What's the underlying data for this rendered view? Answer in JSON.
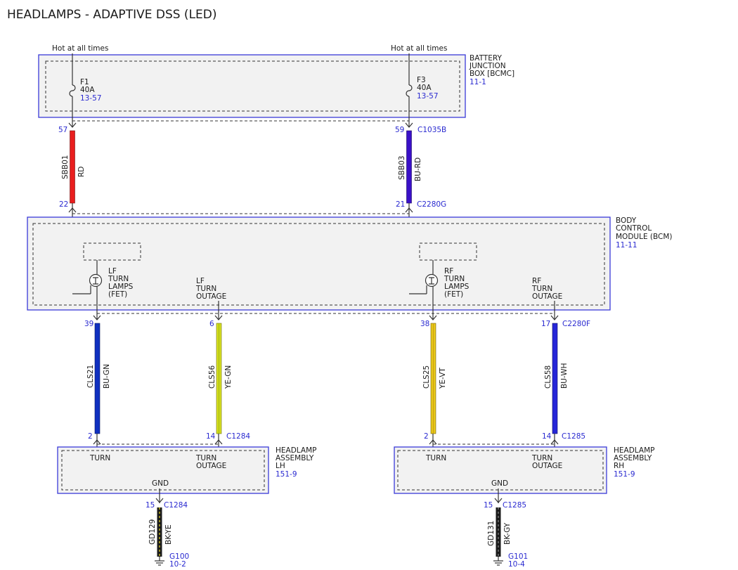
{
  "title": "HEADLAMPS - ADAPTIVE DSS (LED)",
  "colors": {
    "RD": "#e81e1e",
    "BU-RD": "#3a10c8",
    "BU-GN": "#1030c0",
    "YE-GN": "#d6e020",
    "YE-VT": "#e8c81a",
    "BU-WH": "#2626d8",
    "BK-YE": "#1a1a1a",
    "BK-GY": "#1a1a1a",
    "accent": "#2a2ad0"
  },
  "power": {
    "left_label": "Hot at all times",
    "right_label": "Hot at all times"
  },
  "battery_junction_box": {
    "name_lines": [
      "BATTERY",
      "JUNCTION",
      "BOX [BCMC]"
    ],
    "ref": "11-1",
    "fuses": [
      {
        "name": "F1",
        "rating": "40A",
        "ref": "13-57"
      },
      {
        "name": "F3",
        "rating": "40A",
        "ref": "13-57"
      }
    ]
  },
  "bjb_wires": [
    {
      "pin_top": "57",
      "circuit": "SBB01",
      "color": "RD",
      "pin_bottom": "22"
    },
    {
      "pin_top": "59",
      "connector_top": "C1035B",
      "circuit": "SBB03",
      "color": "BU-RD",
      "pin_bottom": "21",
      "connector_bottom": "C2280G"
    }
  ],
  "bcm": {
    "name_lines": [
      "BODY",
      "CONTROL",
      "MODULE (BCM)"
    ],
    "ref": "11-11",
    "lf_lamps_lines": [
      "LF",
      "TURN",
      "LAMPS",
      "(FET)"
    ],
    "lf_outage_lines": [
      "LF",
      "TURN",
      "OUTAGE"
    ],
    "rf_lamps_lines": [
      "RF",
      "TURN",
      "LAMPS",
      "(FET)"
    ],
    "rf_outage_lines": [
      "RF",
      "TURN",
      "OUTAGE"
    ]
  },
  "bcm_wires": [
    {
      "pin_top": "39",
      "circuit": "CLS21",
      "color": "BU-GN",
      "pin_bottom": "2"
    },
    {
      "pin_top": "6",
      "circuit": "CLS56",
      "color": "YE-GN",
      "pin_bottom": "14",
      "connector_bottom": "C1284"
    },
    {
      "pin_top": "38",
      "circuit": "CLS25",
      "color": "YE-VT",
      "pin_bottom": "2"
    },
    {
      "pin_top": "17",
      "connector_top": "C2280F",
      "circuit": "CLS58",
      "color": "BU-WH",
      "pin_bottom": "14",
      "connector_bottom": "C1285"
    }
  ],
  "headlamp_lh": {
    "name_lines": [
      "HEADLAMP",
      "ASSEMBLY",
      "LH"
    ],
    "ref": "151-9",
    "turn": "TURN",
    "outage_lines": [
      "TURN",
      "OUTAGE"
    ],
    "gnd": "GND",
    "gnd_pin": "15",
    "gnd_connector": "C1284",
    "gnd_circuit": "GD129",
    "gnd_color": "BK-YE",
    "ground": "G100",
    "ground_ref": "10-2"
  },
  "headlamp_rh": {
    "name_lines": [
      "HEADLAMP",
      "ASSEMBLY",
      "RH"
    ],
    "ref": "151-9",
    "turn": "TURN",
    "outage_lines": [
      "TURN",
      "OUTAGE"
    ],
    "gnd": "GND",
    "gnd_pin": "15",
    "gnd_connector": "C1285",
    "gnd_circuit": "GD131",
    "gnd_color": "BK-GY",
    "ground": "G101",
    "ground_ref": "10-4"
  }
}
